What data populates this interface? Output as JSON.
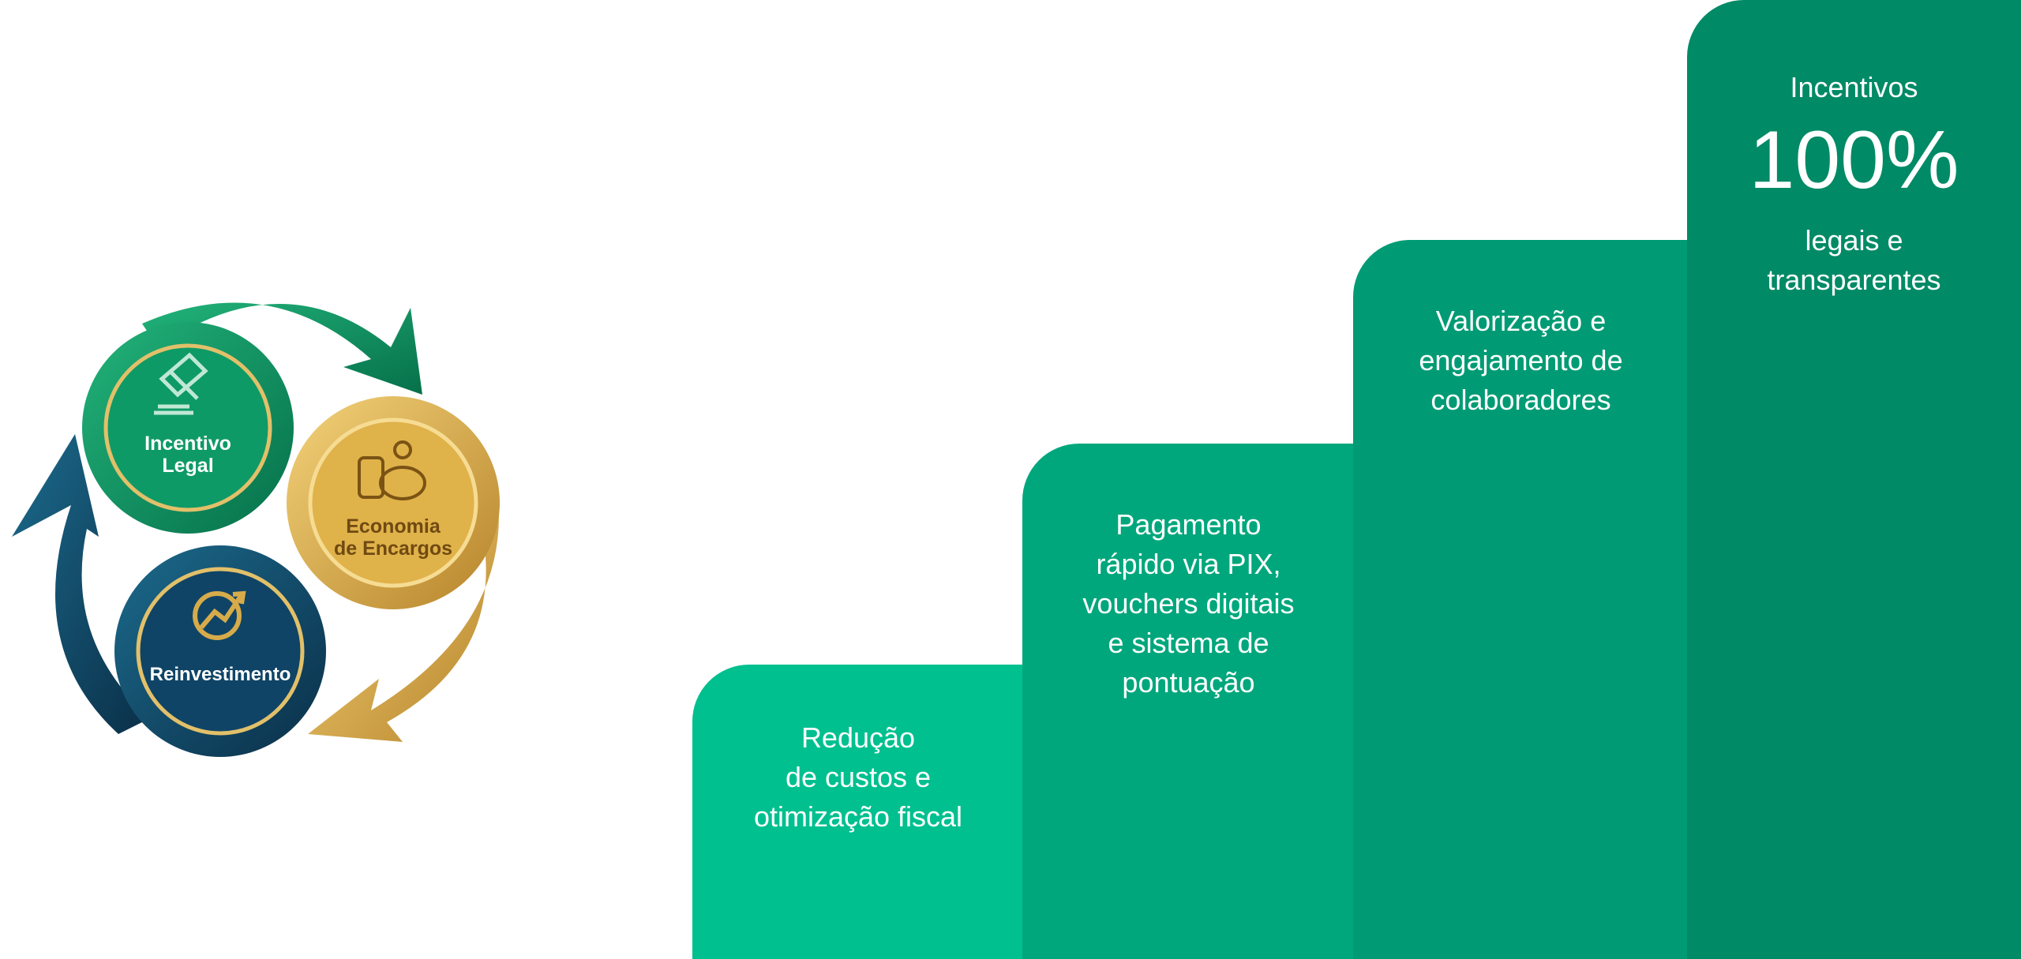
{
  "cycle": {
    "items": [
      {
        "label_1": "Incentivo",
        "label_2": "Legal",
        "icon": "gavel-icon",
        "color": "#0f8f5f"
      },
      {
        "label_1": "Economia",
        "label_2": "de Encargos",
        "icon": "piggy-bank-coins-icon",
        "color": "#d8a93a"
      },
      {
        "label_1": "Reinvestimento",
        "icon": "gear-growth-icon",
        "color": "#0e3f5c"
      }
    ]
  },
  "steps": [
    {
      "lines": [
        "Redução",
        "de custos e",
        "otimização fiscal"
      ],
      "color": "#00c08f"
    },
    {
      "lines": [
        "Pagamento",
        "rápido via PIX,",
        "vouchers digitais",
        "e sistema de",
        "pontuação"
      ],
      "color": "#00a77c"
    },
    {
      "lines": [
        "Valorização e",
        "engajamento de",
        "colaboradores"
      ],
      "color": "#009b74"
    },
    {
      "title": "Incentivos",
      "highlight": "100%",
      "lines": [
        "legais e",
        "transparentes"
      ],
      "color": "#008a66"
    }
  ]
}
